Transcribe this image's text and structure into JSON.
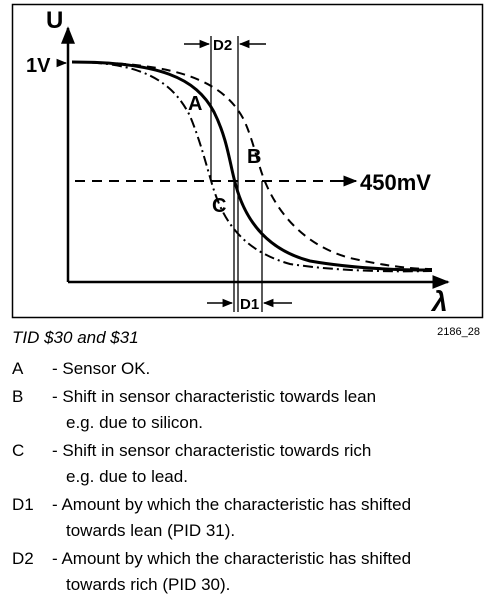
{
  "figure": {
    "y_axis_label": "U",
    "x_axis_label": "λ",
    "y_tick_label": "1V",
    "reference_label": "450mV",
    "curve_labels": {
      "a": "A",
      "b": "B",
      "c": "C"
    },
    "shift_labels": {
      "d1": "D1",
      "d2": "D2"
    },
    "curves": [
      {
        "key": "A",
        "style": "solid"
      },
      {
        "key": "B",
        "style": "dashed"
      },
      {
        "key": "C",
        "style": "dash-dot"
      }
    ]
  },
  "caption": "TID $30 and $31",
  "figure_id": "2186_28",
  "legend": [
    {
      "key": "A",
      "lines": [
        "- Sensor OK."
      ]
    },
    {
      "key": "B",
      "lines": [
        "- Shift in sensor characteristic towards lean",
        "e.g. due to silicon."
      ]
    },
    {
      "key": "C",
      "lines": [
        "- Shift in sensor characteristic towards rich",
        "e.g. due to lead."
      ]
    },
    {
      "key": "D1",
      "lines": [
        "- Amount by which the characteristic has shifted",
        "towards lean (PID 31)."
      ]
    },
    {
      "key": "D2",
      "lines": [
        "- Amount by which the characteristic has shifted",
        "towards rich (PID 30)."
      ]
    }
  ]
}
